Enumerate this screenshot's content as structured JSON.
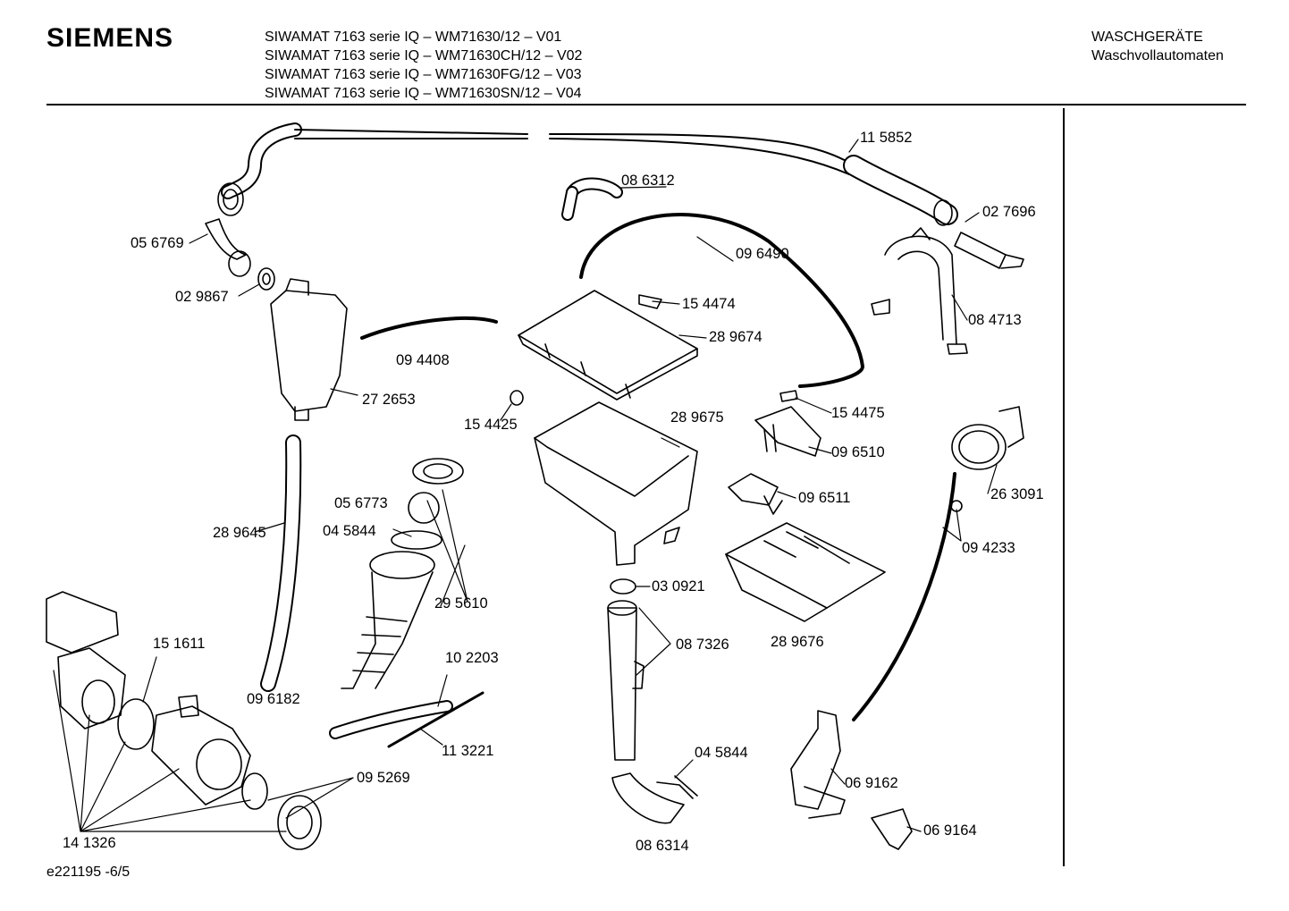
{
  "header": {
    "brand": "SIEMENS",
    "models": [
      "SIWAMAT 7163 serie IQ – WM71630/12 – V01",
      "SIWAMAT 7163 serie IQ – WM71630CH/12 – V02",
      "SIWAMAT 7163 serie IQ – WM71630FG/12 – V03",
      "SIWAMAT 7163 serie IQ – WM71630SN/12 – V04"
    ],
    "category_line1": "WASCHGERÄTE",
    "category_line2": "Waschvollautomaten"
  },
  "footer": {
    "doc_id": "e221195 -6/5"
  },
  "parts": [
    "11 5852",
    "08 6312",
    "02 7696",
    "05 6769",
    "09 6490",
    "02 9867",
    "15 4474",
    "08 4713",
    "28 9674",
    "09 4408",
    "27 2653",
    "15 4425",
    "28 9675",
    "15 4475",
    "09 6510",
    "26 3091",
    "05 6773",
    "09 6511",
    "04 5844",
    "28 9645",
    "09 4233",
    "29 5610",
    "03 0921",
    "08 7326",
    "28 9676",
    "15 1611",
    "10 2203",
    "09 6182",
    "11 3221",
    "04 5844",
    "09 5269",
    "06 9162",
    "14 1326",
    "08 6314",
    "06 9164"
  ]
}
